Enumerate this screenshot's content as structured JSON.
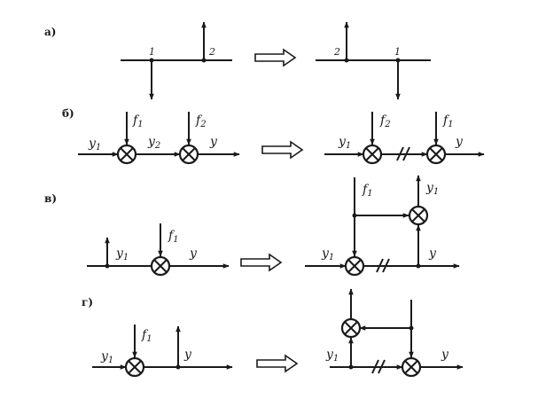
{
  "sections": {
    "a": {
      "label": "а)"
    },
    "b": {
      "label": "б)"
    },
    "v": {
      "label": "в)"
    },
    "g": {
      "label": "г)"
    }
  },
  "points": {
    "one": "1",
    "two": "2"
  },
  "signals": {
    "f": "f",
    "y": "y",
    "sub1": "1",
    "sub2": "2"
  },
  "colors": {
    "ink": "#1a1a1a",
    "background": "#ffffff"
  },
  "icons": {
    "summator": "circle-with-cross",
    "transform": "hollow-double-arrow",
    "break": "double-slash"
  }
}
